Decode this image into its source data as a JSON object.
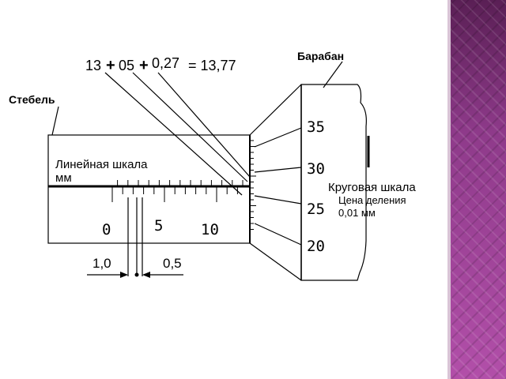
{
  "formula": {
    "term1": "13",
    "plus1": "+",
    "term2": "05",
    "plus2": "+",
    "term3": "0,27",
    "result": "= 13,77"
  },
  "labels": {
    "barrel_label": "Барабан",
    "stem_label": "Стебель",
    "linear_scale_line1": "Линейная шкала",
    "linear_scale_line2": "мм",
    "circular_scale": "Круговая шкала",
    "division_line1": "Цена деления",
    "division_line2": "0,01 мм"
  },
  "linear_scale_numbers": [
    "0",
    "5",
    "10"
  ],
  "drum_numbers": [
    "35",
    "30",
    "25",
    "20"
  ],
  "dimension": {
    "left": "1,0",
    "right": "0,5"
  },
  "colors": {
    "panel": "#8e3a8a",
    "line": "#000000"
  }
}
